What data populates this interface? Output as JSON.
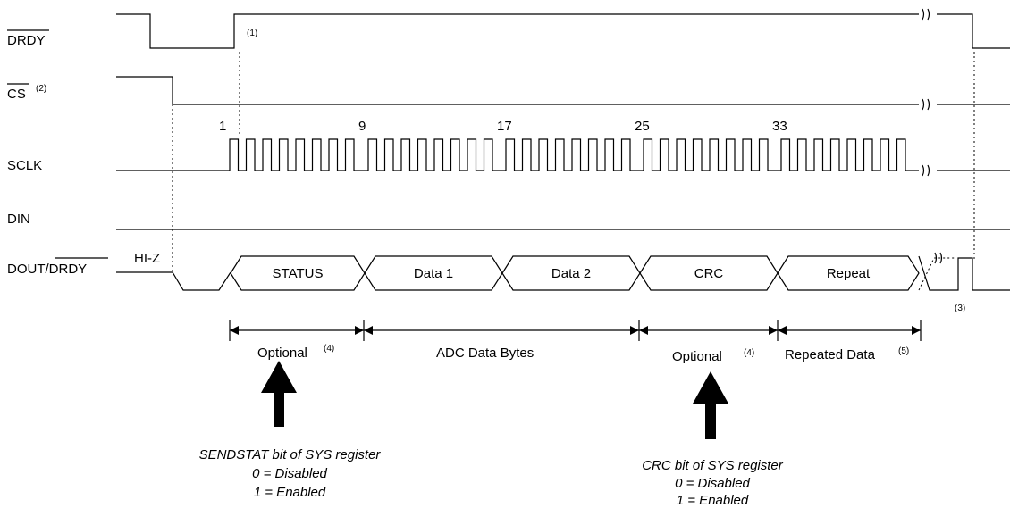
{
  "signals": {
    "drdy": "DRDY",
    "cs": "CS",
    "cs_note": "(2)",
    "sclk": "SCLK",
    "din": "DIN",
    "dout": "DOUT/",
    "dout_bar": "DRDY",
    "hiz": "HI-Z"
  },
  "notes": {
    "n1": "(1)",
    "n3": "(3)",
    "n4a": "(4)",
    "n4b": "(4)",
    "n5": "(5)"
  },
  "clock_numbers": [
    "1",
    "9",
    "17",
    "25",
    "33"
  ],
  "segments": [
    "STATUS",
    "Data 1",
    "Data 2",
    "CRC",
    "Repeat"
  ],
  "brackets": {
    "optional1": "Optional",
    "adc": "ADC Data Bytes",
    "optional2": "Optional",
    "repeated": "Repeated Data"
  },
  "annotations": {
    "sendstat": [
      "SENDSTAT bit of SYS register",
      "0 = Disabled",
      "1 = Enabled"
    ],
    "crc": [
      "CRC bit of SYS register",
      "0 = Disabled",
      "1 = Enabled"
    ]
  }
}
